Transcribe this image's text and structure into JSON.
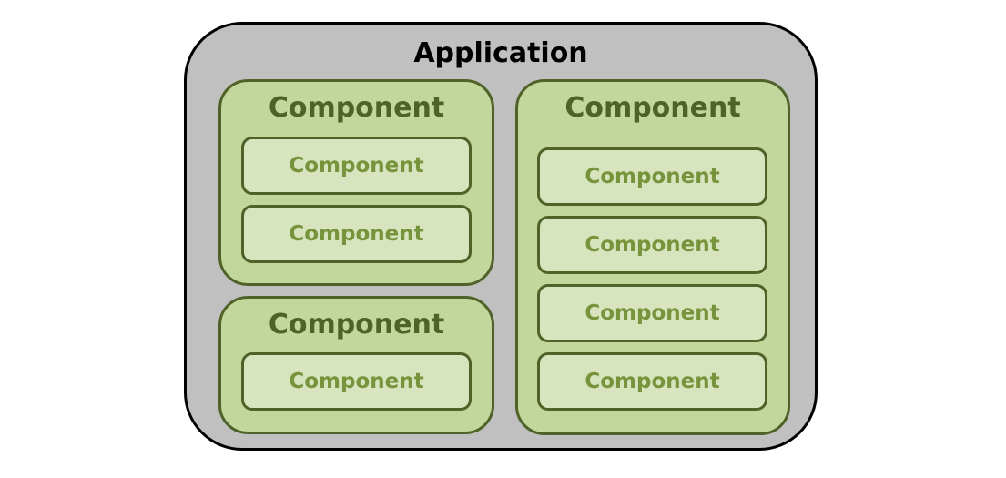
{
  "application": {
    "title": "Application"
  },
  "groups": [
    {
      "title": "Component",
      "items": [
        "Component",
        "Component"
      ]
    },
    {
      "title": "Component",
      "items": [
        "Component"
      ]
    },
    {
      "title": "Component",
      "items": [
        "Component",
        "Component",
        "Component",
        "Component"
      ]
    }
  ],
  "colors": {
    "application_fill": "#c0c0c0",
    "application_border": "#000000",
    "group_fill": "#c3d69b",
    "group_border": "#4f6228",
    "item_fill": "#d7e4bd",
    "item_text": "#77933c"
  }
}
